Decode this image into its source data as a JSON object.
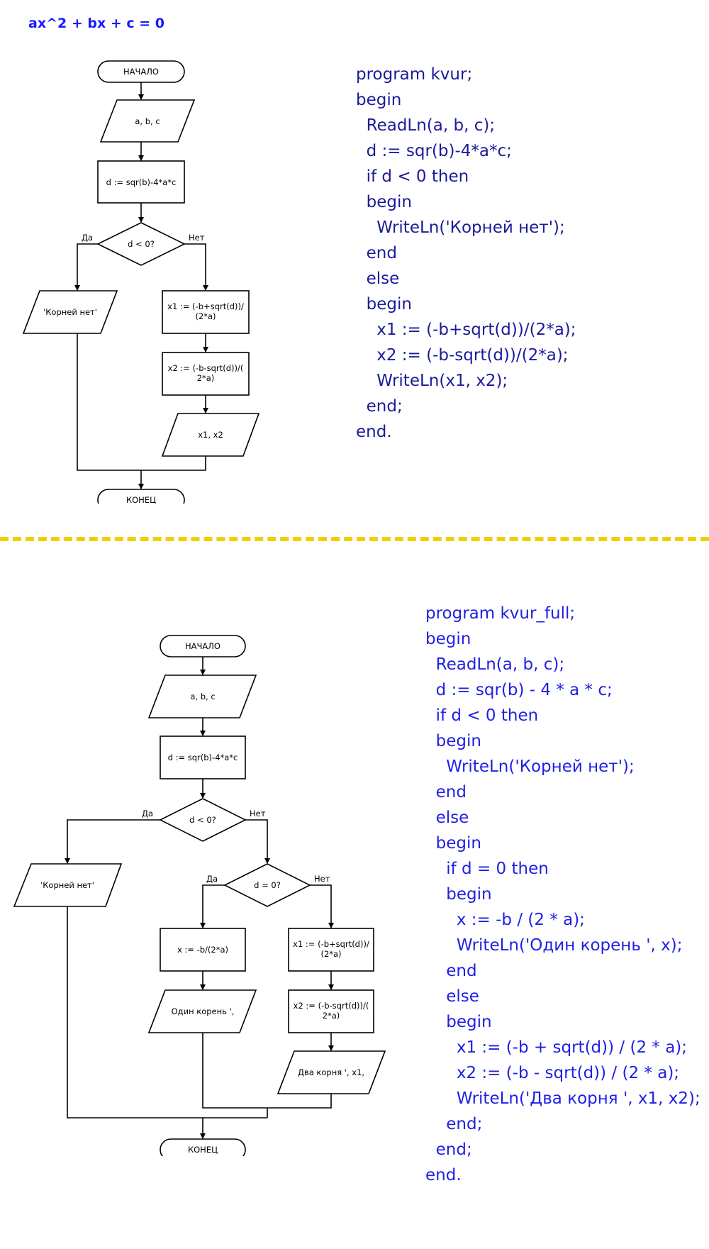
{
  "header": {
    "title": "ax^2 + bx + c = 0"
  },
  "flowchart1": {
    "start": "НАЧАЛО",
    "input": "a, b, c",
    "calc": "d := sqr(b)-4*a*c",
    "cond": "d < 0?",
    "yes": "Да",
    "no": "Нет",
    "out_none": "'Корней нет'",
    "x1_line1": "x1 := (-b+sqrt(d))/",
    "x1_line2": "(2*a)",
    "x2_line1": "x2 := (-b-sqrt(d))/(",
    "x2_line2": "2*a)",
    "out_roots": "x1, x2",
    "end": "КОНЕЦ"
  },
  "code1": {
    "lines": [
      "program kvur;",
      "begin",
      "  ReadLn(a, b, c);",
      "  d := sqr(b)-4*a*c;",
      "  if d < 0 then",
      "  begin",
      "    WriteLn('Корней нет');",
      "  end",
      "  else",
      "  begin",
      "    x1 := (-b+sqrt(d))/(2*a);",
      "    x2 := (-b-sqrt(d))/(2*a);",
      "    WriteLn(x1, x2);",
      "  end;",
      "end."
    ]
  },
  "flowchart2": {
    "start": "НАЧАЛО",
    "input": "a, b, c",
    "calc": "d := sqr(b)-4*a*c",
    "cond1": "d < 0?",
    "yes1": "Да",
    "no1": "Нет",
    "out_none": "'Корней нет'",
    "cond2": "d = 0?",
    "yes2": "Да",
    "no2": "Нет",
    "x_single": "x := -b/(2*a)",
    "out_one": "Один корень ',",
    "x1_line1": "x1 := (-b+sqrt(d))/",
    "x1_line2": "(2*a)",
    "x2_line1": "x2 := (-b-sqrt(d))/(",
    "x2_line2": "2*a)",
    "out_two": "Два корня ', x1,",
    "end": "КОНЕЦ"
  },
  "code2": {
    "lines": [
      "program kvur_full;",
      "begin",
      "  ReadLn(a, b, c);",
      "  d := sqr(b) - 4 * a * c;",
      "  if d < 0 then",
      "  begin",
      "    WriteLn('Корней нет');",
      "  end",
      "  else",
      "  begin",
      "    if d = 0 then",
      "    begin",
      "      x := -b / (2 * a);",
      "      WriteLn('Один корень ', x);",
      "    end",
      "    else",
      "    begin",
      "      x1 := (-b + sqrt(d)) / (2 * a);",
      "      x2 := (-b - sqrt(d)) / (2 * a);",
      "      WriteLn('Два корня ', x1, x2);",
      "    end;",
      "  end;",
      "end."
    ]
  }
}
